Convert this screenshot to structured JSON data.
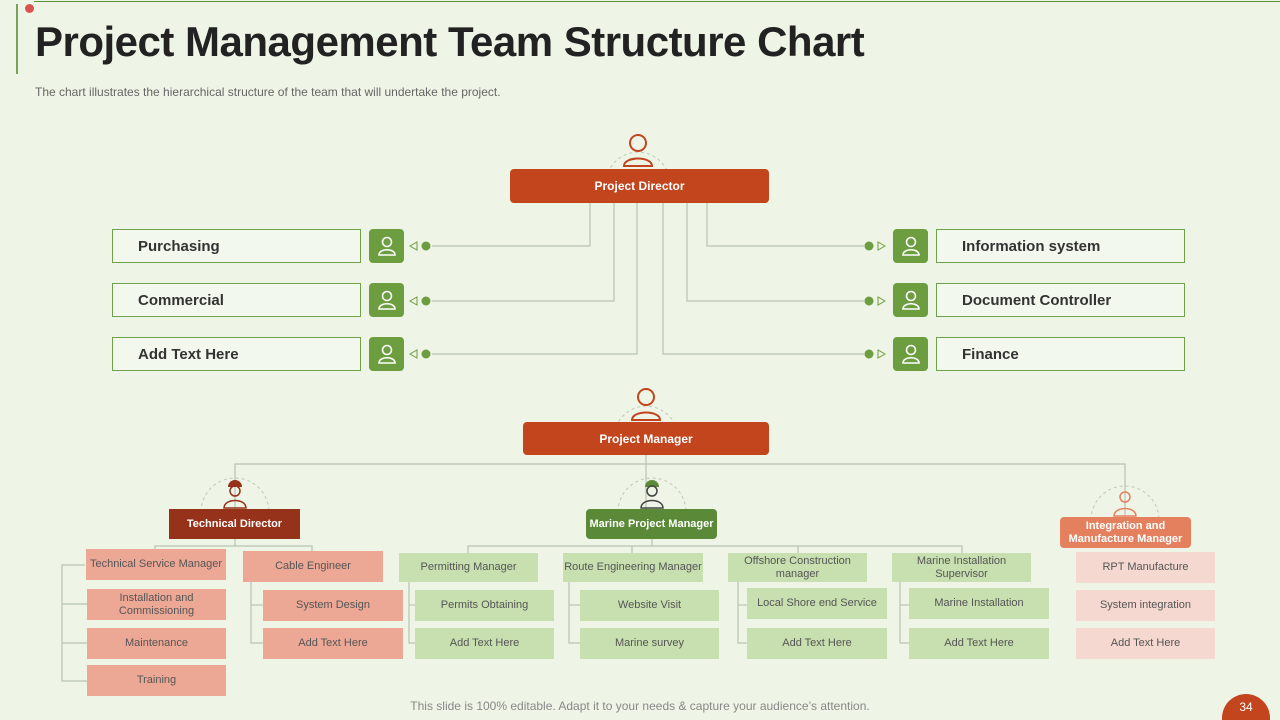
{
  "slide": {
    "title": "Project Management Team Structure Chart",
    "subtitle": "The chart  illustrates the hierarchical  structure of the team that will undertake the project.",
    "footer": "This slide is 100% editable. Adapt it to your needs & capture your audience’s attention.",
    "page_number": "34"
  },
  "colors": {
    "orange": "#c2451e",
    "dark_red": "#96311a",
    "green": "#5a8a38",
    "salmon": "#eda895",
    "light_green": "#c8dfaf",
    "pink": "#f5d8d0",
    "background": "#eef4e6"
  },
  "director": {
    "label": "Project Director",
    "icon": "person-icon"
  },
  "left_roles": [
    "Purchasing",
    "Commercial",
    "Add  Text Here"
  ],
  "right_roles": [
    "Information system",
    "Document Controller",
    "Finance"
  ],
  "manager": {
    "label": "Project Manager",
    "icon": "person-icon"
  },
  "technical": {
    "head": "Technical Director",
    "icon": "engineer-icon",
    "col1": [
      "Technical Service Manager",
      "Installation and Commissioning",
      "Maintenance",
      "Training"
    ],
    "col2_head": "Cable Engineer",
    "col2": [
      "System Design",
      "Add Text Here"
    ]
  },
  "marine": {
    "head": "Marine Project Manager",
    "icon": "engineer-icon",
    "groups": [
      {
        "head": "Permitting Manager",
        "items": [
          "Permits  Obtaining",
          "Add Text Here"
        ]
      },
      {
        "head": "Route Engineering Manager",
        "items": [
          "Website Visit",
          "Marine survey"
        ]
      },
      {
        "head": "Offshore Construction manager",
        "items": [
          "Local Shore end Service",
          "Add Text Here"
        ]
      },
      {
        "head": "Marine Installation Supervisor",
        "items": [
          "Marine Installation",
          "Add Text Here"
        ]
      }
    ]
  },
  "integration": {
    "head": "Integration and Manufacture Manager",
    "icon": "person-icon",
    "items": [
      "RPT  Manufacture",
      "System integration",
      "Add Text Here"
    ]
  }
}
